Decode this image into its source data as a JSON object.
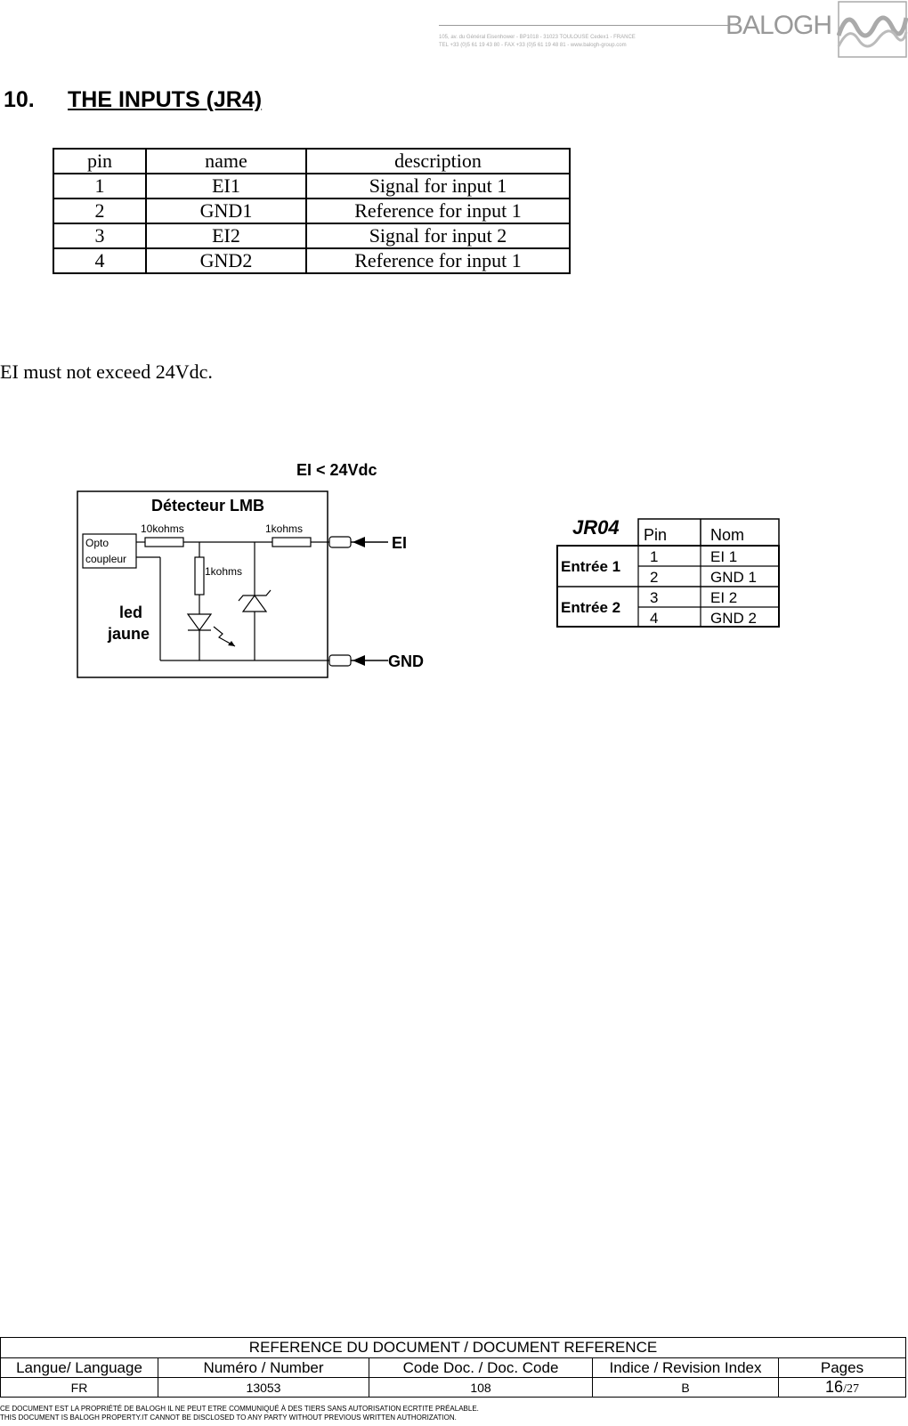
{
  "header": {
    "address_line1": "105, av. du Général Eisenhower - BP1018 - 31023 TOULOUSE Cedex1 - FRANCE",
    "address_line2": "TEL +33 (0)5 61 19 43 80 - FAX +33 (0)5 61 19 48 81 - www.balogh-group.com",
    "logo_text": "BALOGH"
  },
  "section": {
    "number": "10.",
    "title": "THE INPUTS (JR4)"
  },
  "pin_table": {
    "headers": [
      "pin",
      "name",
      "description"
    ],
    "rows": [
      [
        "1",
        "EI1",
        "Signal for input 1"
      ],
      [
        "2",
        "GND1",
        "Reference for input 1"
      ],
      [
        "3",
        "EI2",
        "Signal for input 2"
      ],
      [
        "4",
        "GND2",
        "Reference for input 1"
      ]
    ]
  },
  "note": "EI must not exceed 24Vdc.",
  "diagram": {
    "limit_label": "EI < 24Vdc",
    "box_title": "Détecteur LMB",
    "opto_line1": "Opto",
    "opto_line2": "coupleur",
    "r1_label": "10kohms",
    "r2_label": "1kohms",
    "r3_label": "1kohms",
    "led_line1": "led",
    "led_line2": "jaune",
    "ei_label": "EI",
    "gnd_label": "GND"
  },
  "jr04": {
    "title": "JR04",
    "col_pin": "Pin",
    "col_nom": "Nom",
    "group1": "Entrée 1",
    "group2": "Entrée 2",
    "rows": [
      {
        "pin": "1",
        "nom": "EI 1"
      },
      {
        "pin": "2",
        "nom": "GND 1"
      },
      {
        "pin": "3",
        "nom": "EI 2"
      },
      {
        "pin": "4",
        "nom": "GND 2"
      }
    ]
  },
  "footer": {
    "reference_title": "REFERENCE DU DOCUMENT /  DOCUMENT REFERENCE",
    "col_language": "Langue/ Language",
    "col_number": "Numéro / Number",
    "col_code": "Code Doc. / Doc. Code",
    "col_revision": "Indice / Revision Index",
    "col_pages": "Pages",
    "language": "FR",
    "number": "13053",
    "code": "108",
    "revision": "B",
    "page_current": "16",
    "page_total": "/27",
    "notice_fr": "CE DOCUMENT EST LA PROPRIÉTÉ DE BALOGH IL NE PEUT ETRE COMMUNIQUÉ À DES TIERS SANS AUTORISATION ECRTITE PRÉALABLE.",
    "notice_en": "THIS DOCUMENT IS BALOGH PROPERTY.IT CANNOT BE DISCLOSED TO ANY PARTY WITHOUT PREVIOUS WRITTEN AUTHORIZATION."
  }
}
